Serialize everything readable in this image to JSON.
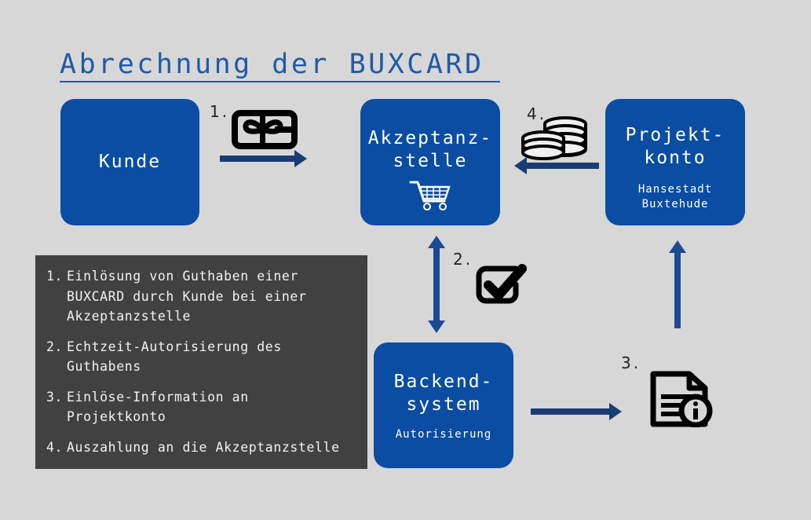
{
  "page": {
    "title": "Abrechnung der BUXCARD",
    "background_color": "#d7d7d7",
    "accent_blue": "#0b4da2",
    "title_color": "#1f5aa8",
    "arrow_color": "#1a3c74",
    "legend_bg": "#414141"
  },
  "boxes": {
    "kunde": {
      "title": "Kunde",
      "subtitle": "",
      "icon": ""
    },
    "akzeptanz": {
      "title": "Akzeptanz-\nstelle",
      "subtitle": "",
      "icon": "shopping-cart-icon"
    },
    "projekt": {
      "title": "Projekt-\nkonto",
      "subtitle": "Hansestadt\nBuxtehude",
      "icon": ""
    },
    "backend": {
      "title": "Backend-\nsystem",
      "subtitle": "Autorisierung",
      "icon": ""
    }
  },
  "steps": [
    {
      "number": "1.",
      "icon": "gift-card-icon",
      "direction": "right"
    },
    {
      "number": "2.",
      "icon": "checkbox-checked-icon",
      "direction": "up-down"
    },
    {
      "number": "3.",
      "icon": "document-info-icon",
      "direction": "right"
    },
    {
      "number": "4.",
      "icon": "coins-icon",
      "direction": "left"
    }
  ],
  "legend": {
    "items": [
      {
        "number": "1.",
        "text": "Einlösung von Guthaben einer\nBUXCARD durch Kunde bei einer\nAkzeptanzstelle"
      },
      {
        "number": "2.",
        "text": "Echtzeit-Autorisierung des\nGuthabens"
      },
      {
        "number": "3.",
        "text": "Einlöse-Information an\nProjektkonto"
      },
      {
        "number": "4.",
        "text": "Auszahlung an die Akzeptanzstelle"
      }
    ]
  }
}
